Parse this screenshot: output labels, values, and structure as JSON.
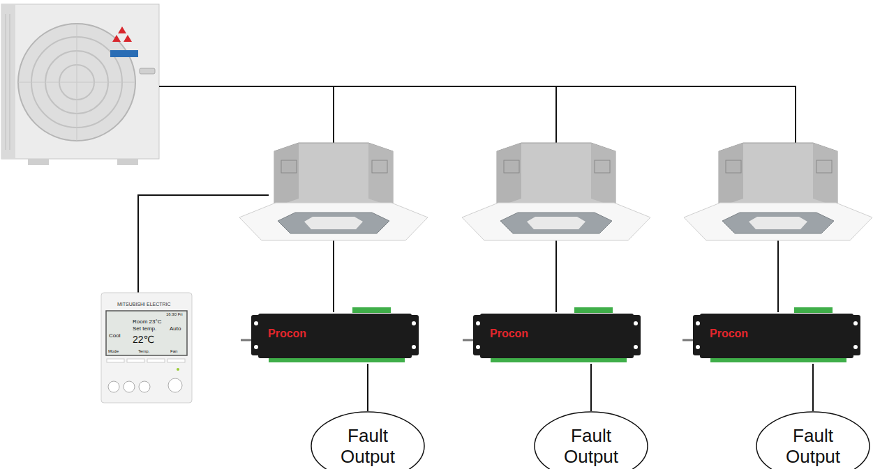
{
  "diagram": {
    "nodes": [
      {
        "text": [
          "Procon"
        ]
      },
      {
        "text": [
          "Procon"
        ]
      },
      {
        "text": [
          "Procon"
        ]
      },
      {
        "text": [
          "Fault Output"
        ]
      },
      {
        "text": [
          "Fault Output"
        ]
      },
      {
        "text": [
          "Fault Output"
        ]
      }
    ],
    "edges": [
      {
        "from": 0,
        "to": 3,
        "arrow": "none"
      },
      {
        "from": 1,
        "to": 4,
        "arrow": "none"
      },
      {
        "from": 2,
        "to": 5,
        "arrow": "none"
      }
    ],
    "labels": [
      "MITSUBISHI ELECTRIC",
      "16:30 Fri",
      "Cool",
      "Room 23°C",
      "Set temp.",
      "22℃",
      "Auto",
      "Mode",
      "Temp.",
      "Fan"
    ]
  }
}
